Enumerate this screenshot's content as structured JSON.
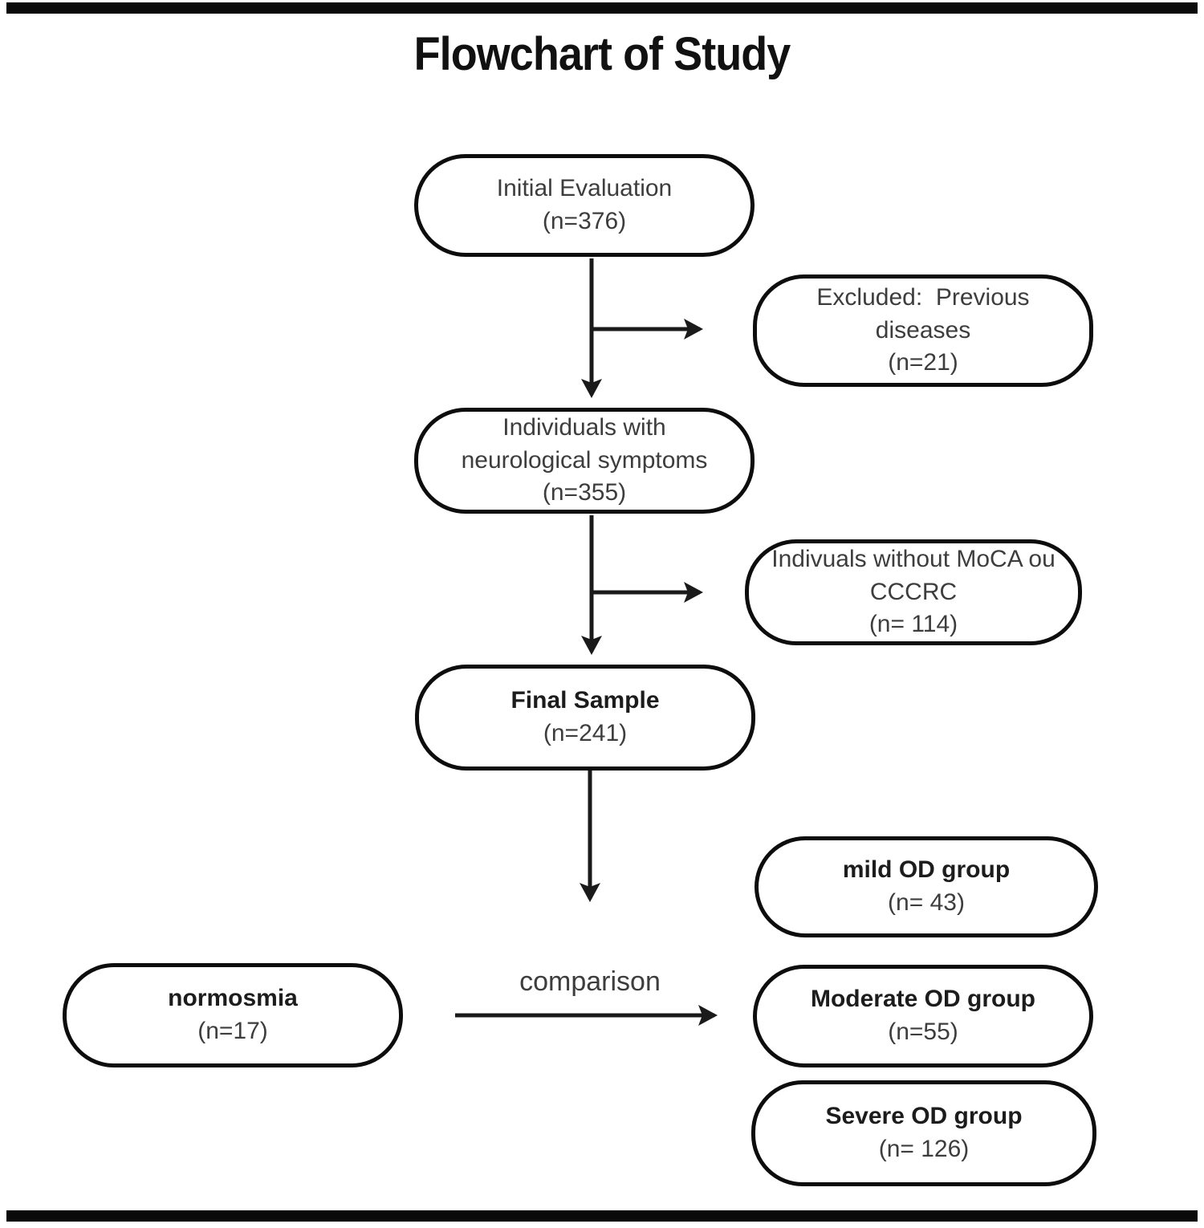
{
  "title": "Flowchart of Study",
  "flowchart": {
    "nodes": {
      "initial": {
        "line1": "Initial Evaluation",
        "line2": "(n=376)"
      },
      "excluded": {
        "line1": "Excluded:  Previous diseases",
        "line2": "(n=21)"
      },
      "neuro": {
        "line1": "Individuals with",
        "line2": "neurological symptoms",
        "line3": "(n=355)"
      },
      "no_moca": {
        "line1": "Indivuals without MoCA ou",
        "line2": "CCCRC",
        "line3": "(n= 114)"
      },
      "final": {
        "line1": "Final Sample",
        "line2": "(n=241)"
      },
      "mild": {
        "line1": "mild OD group",
        "line2": "(n= 43)"
      },
      "normosmia": {
        "line1": "normosmia",
        "line2": "(n=17)"
      },
      "moderate": {
        "line1": "Moderate OD group",
        "line2": "(n=55)"
      },
      "severe": {
        "line1": "Severe OD group",
        "line2": "(n= 126)"
      }
    },
    "labels": {
      "comparison": "comparison"
    },
    "colors": {
      "border": "#0d0d0d",
      "arrow": "#1a1a1a",
      "text_regular": "#3d3d3d",
      "text_bold": "#1c1c1c",
      "frame_bar": "#0a0a0a",
      "background": "#ffffff"
    }
  }
}
